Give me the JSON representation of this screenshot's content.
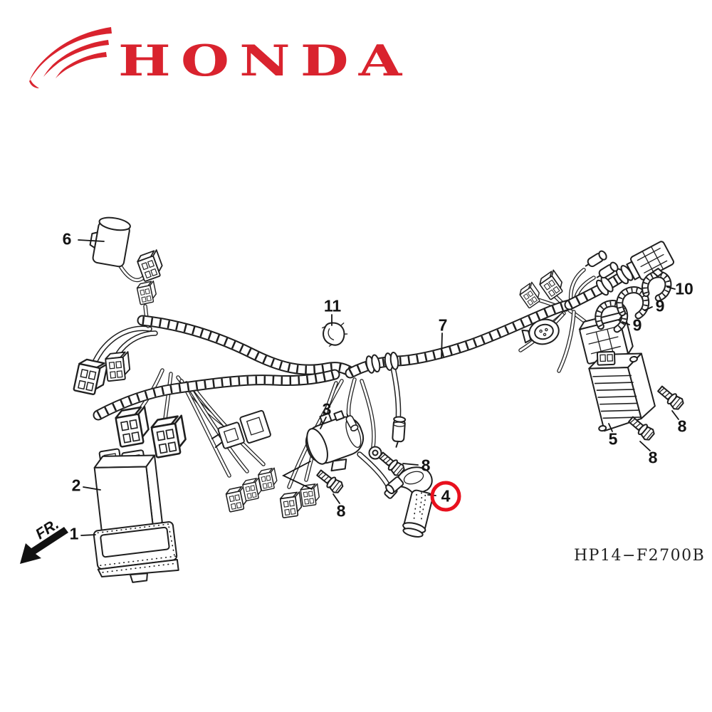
{
  "brand": {
    "name": "HONDA",
    "logo_color": "#d9232e",
    "wing_icon": "honda-wing-icon"
  },
  "diagram": {
    "code": "HP14−F2700B",
    "front_label": "FR.",
    "line_color": "#1f1f1f",
    "highlight_color": "#e8101e",
    "highlighted_ref": "4",
    "callouts": [
      {
        "ref": "6",
        "circled": false
      },
      {
        "ref": "11",
        "circled": false
      },
      {
        "ref": "7",
        "circled": false
      },
      {
        "ref": "10",
        "circled": false
      },
      {
        "ref": "9",
        "circled": false
      },
      {
        "ref": "9",
        "circled": false
      },
      {
        "ref": "5",
        "circled": false
      },
      {
        "ref": "8",
        "circled": false
      },
      {
        "ref": "8",
        "circled": false
      },
      {
        "ref": "3",
        "circled": false
      },
      {
        "ref": "8",
        "circled": false
      },
      {
        "ref": "8",
        "circled": false
      },
      {
        "ref": "4",
        "circled": true
      },
      {
        "ref": "2",
        "circled": false
      },
      {
        "ref": "1",
        "circled": false
      }
    ]
  }
}
